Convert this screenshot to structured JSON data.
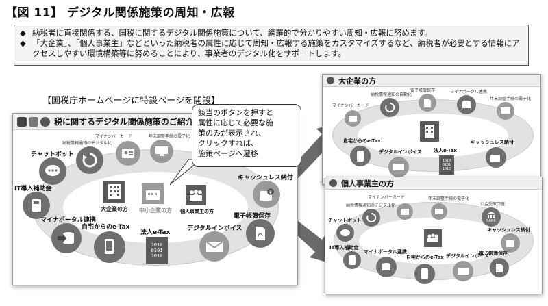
{
  "header": {
    "title": "【図 11】 デジタル関係施策の周知・広報"
  },
  "summary": {
    "bullets": [
      {
        "marker": "◆",
        "text": "納税者に直接関係する、国税に関するデジタル関係施策について、網羅的で分かりやすい周知・広報に努めます。"
      },
      {
        "marker": "◆",
        "text": "「大企業」、「個人事業主」などといった納税者の属性に応じて周知・広報する施策をカスタマイズするなど、納税者が必要とする情報にアクセスしやすい環境構築等に努めることにより、事業者のデジタル化をサポートします。"
      }
    ]
  },
  "subtitle": "【国税庁ホームページに特設ページを開設】",
  "callout": {
    "lines": [
      "該当のボタンを押すと",
      "属性に応じて必要な施",
      "策のみが表示され、",
      "クリックすれば、",
      "施策ページへ遷移"
    ]
  },
  "main_panel": {
    "title": "税に関するデジタル関係施策のご紹介",
    "items": {
      "chatbot": "チャットボット",
      "mynumber": "マイナンバーカード",
      "notice": "納税情報通知のデジタル化",
      "yearend": "年末調整手続の電子化",
      "it_subsidy": "IT導入補助金",
      "mynaportal": "マイナポータル連携",
      "etax_home": "自宅からのe-Tax",
      "corp_etax": "法人e-Tax",
      "invoice": "デジタルインボイス",
      "ebook": "電子帳簿保存",
      "cashless": "キャッシュレス納付",
      "large": "大企業の方",
      "sme": "中小企業の方",
      "individual": "個人事業主の方"
    }
  },
  "large_panel": {
    "title": "大企業の方",
    "items": {
      "mynumber": "マイナンバーカード",
      "notice": "納税情報通知の自動化",
      "ebook": "電子帳簿保存",
      "mynaportal": "マイナポータル連携",
      "yearend": "年末調整手続の電子化",
      "etax_home": "自宅からのe-Tax",
      "invoice": "デジタルインボイス",
      "corp_etax": "法人e-Tax",
      "cashless": "キャッシュレス納付"
    }
  },
  "individual_panel": {
    "title": "個人事業主の方",
    "items": {
      "mynumber": "マイナンバーカード",
      "notice": "納税情報通知のデジタル化",
      "yearend": "年末調整手続の電子化",
      "public_fund": "公金受取口座",
      "chatbot": "チャットボット",
      "cashless": "キャッシュレス納付",
      "it_subsidy": "IT導入補助金",
      "mynaportal": "マイナポータル連携",
      "etax_home": "自宅からのe-Tax",
      "invoice": "デジタルインボイス",
      "ebook": "電子帳簿保存"
    }
  },
  "glyphs": {
    "binary": "1010\n0101\n1010",
    "bank": "BANK"
  }
}
